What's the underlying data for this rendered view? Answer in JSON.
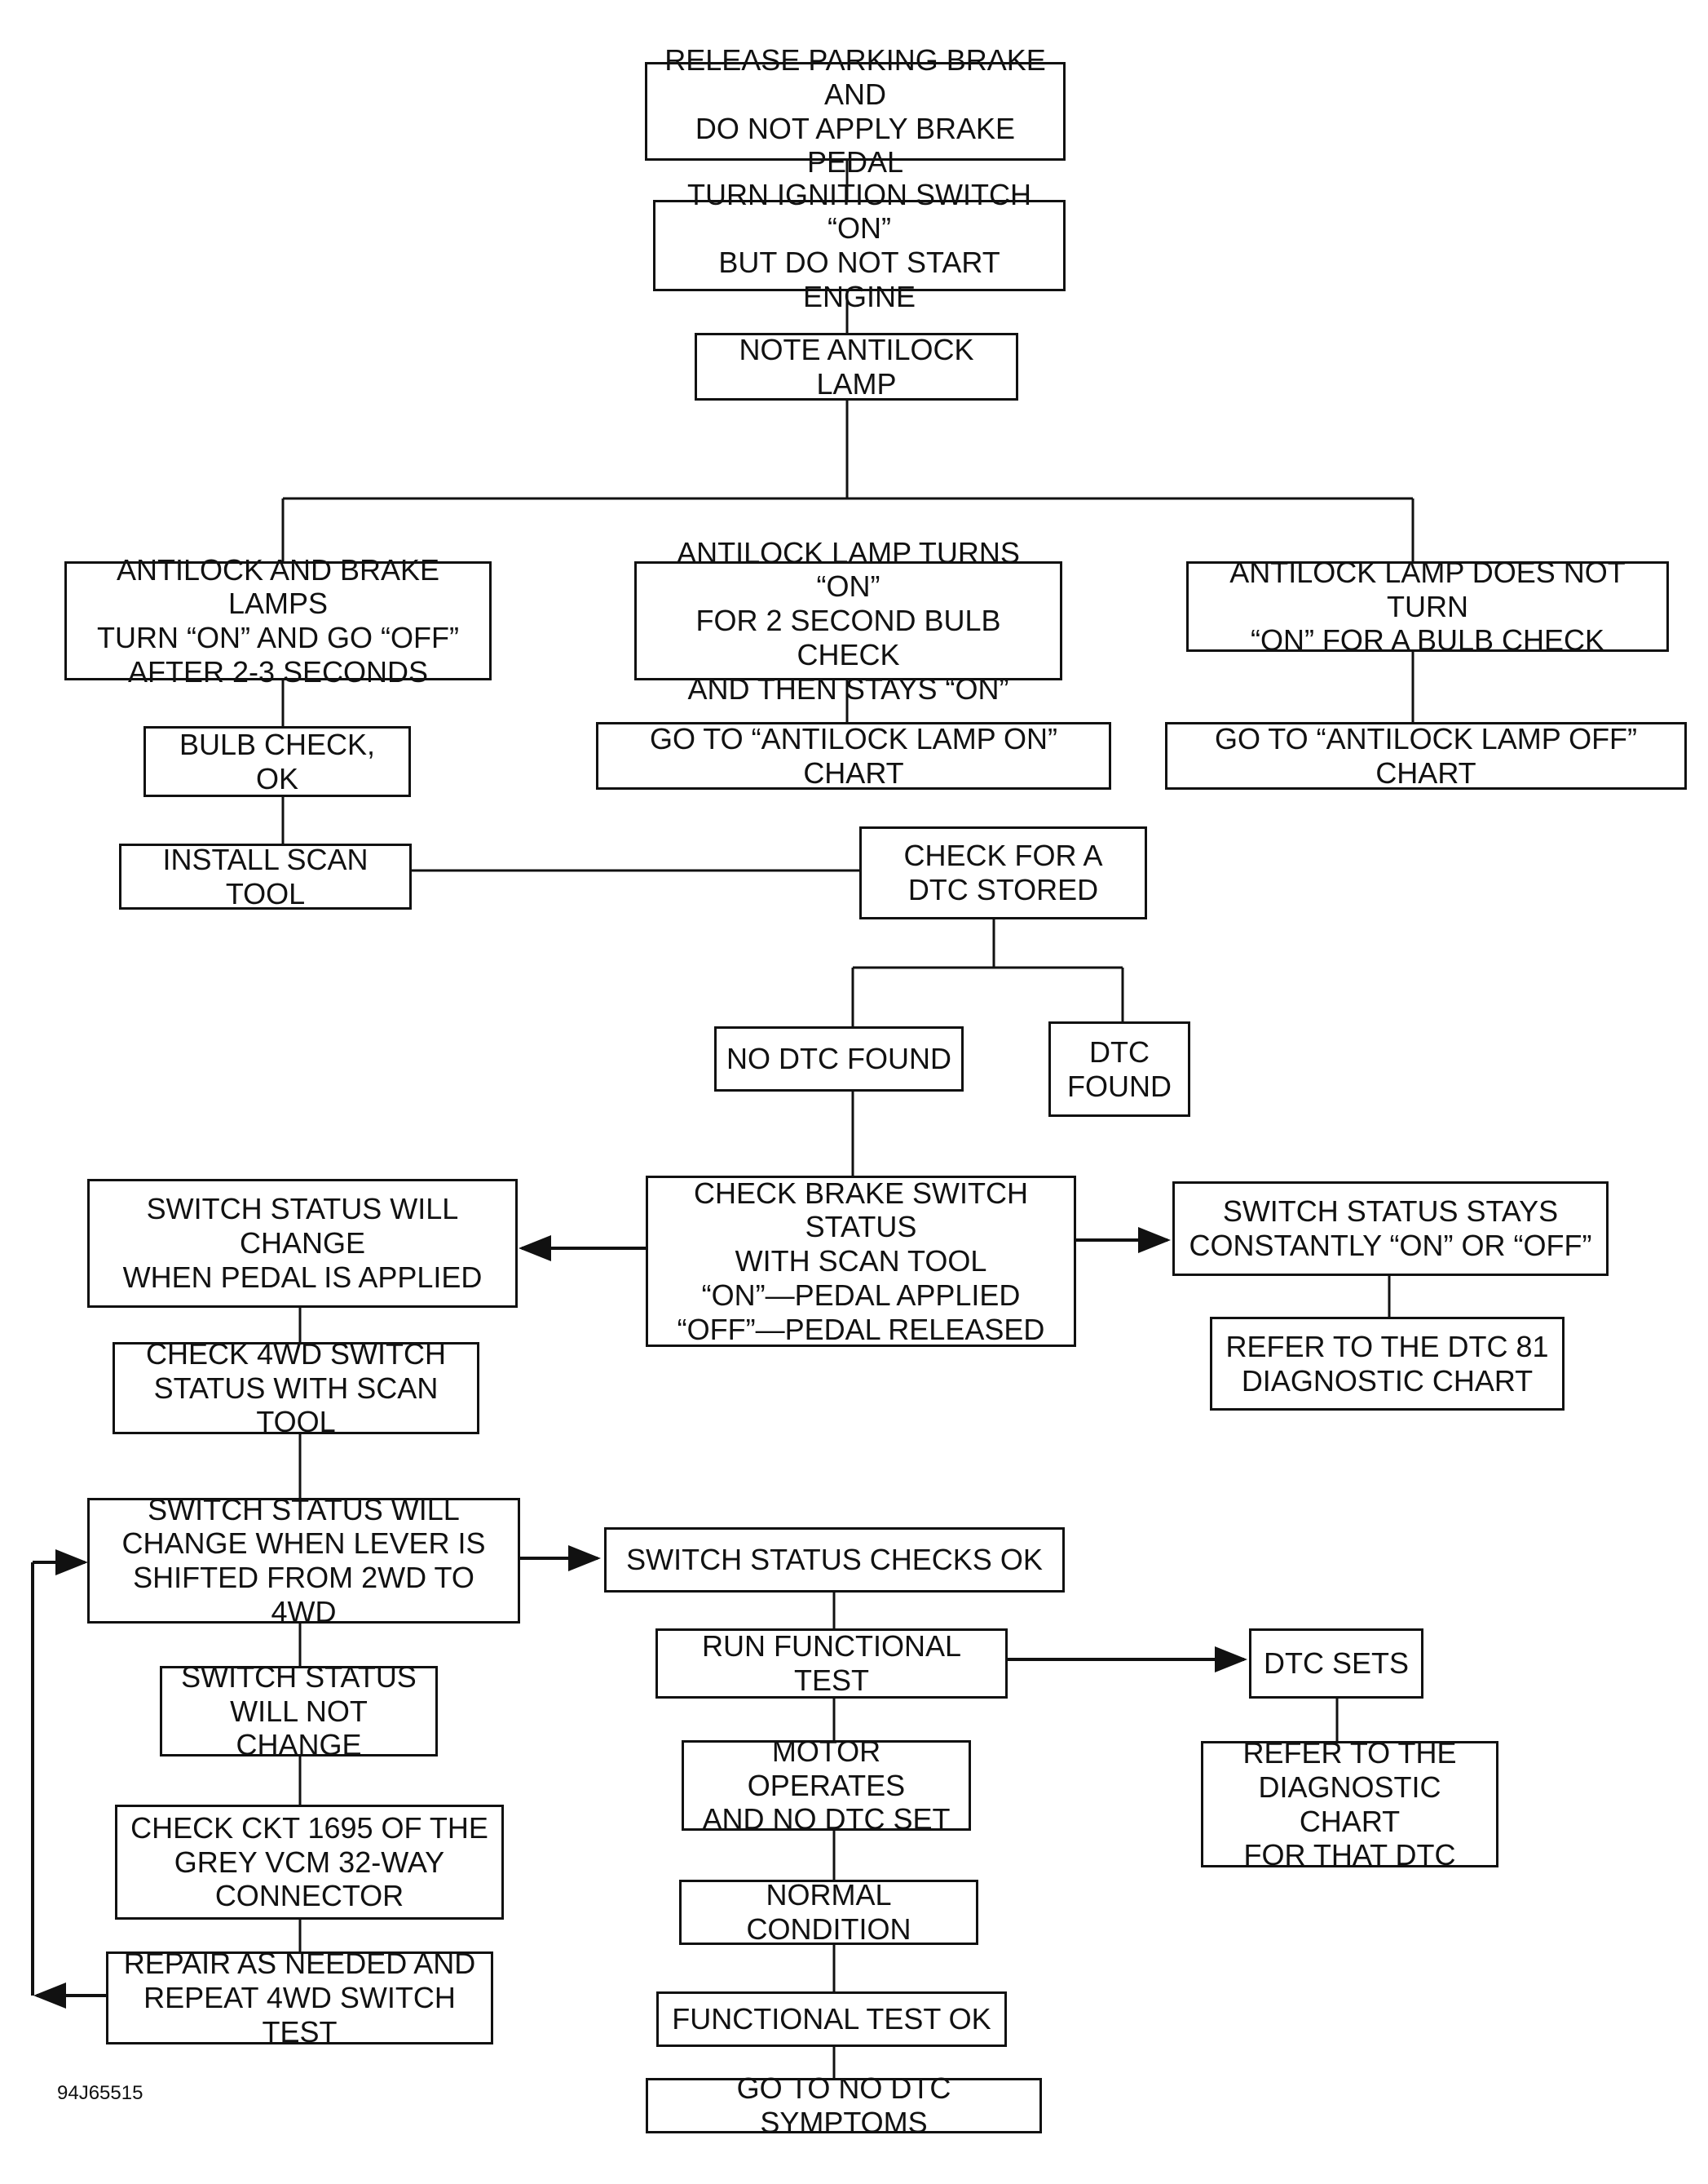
{
  "diagram": {
    "figure_code": "94J65515",
    "colors": {
      "ink": "#111111",
      "background": "#ffffff"
    },
    "nodes": {
      "release": "RELEASE PARKING BRAKE AND\nDO NOT APPLY BRAKE PEDAL",
      "ignition": "TURN IGNITION SWITCH “ON”\nBUT DO NOT START ENGINE",
      "note_lamp": "NOTE ANTILOCK LAMP",
      "lamps_on_off": "ANTILOCK AND BRAKE LAMPS\nTURN “ON” AND GO “OFF”\nAFTER 2-3 SECONDS",
      "lamp_stays_on": "ANTILOCK LAMP TURNS “ON”\nFOR 2 SECOND BULB CHECK\nAND THEN STAYS “ON”",
      "lamp_not_on": "ANTILOCK LAMP DOES NOT TURN\n“ON” FOR A BULB CHECK",
      "bulb_ok": "BULB CHECK, OK",
      "goto_lamp_on": "GO TO “ANTILOCK LAMP ON” CHART",
      "goto_lamp_off": "GO TO “ANTILOCK LAMP OFF” CHART",
      "install_scan": "INSTALL SCAN TOOL",
      "check_dtc": "CHECK FOR A\nDTC STORED",
      "no_dtc": "NO DTC FOUND",
      "dtc_found": "DTC\nFOUND",
      "check_brake_switch": "CHECK BRAKE SWITCH STATUS\nWITH SCAN TOOL\n“ON”—PEDAL APPLIED\n“OFF”—PEDAL RELEASED",
      "switch_changes_pedal": "SWITCH STATUS WILL CHANGE\nWHEN PEDAL IS APPLIED",
      "switch_stays": "SWITCH STATUS STAYS\nCONSTANTLY “ON” OR “OFF”",
      "refer_dtc81": "REFER TO THE DTC 81\nDIAGNOSTIC CHART",
      "check_4wd": "CHECK 4WD SWITCH\nSTATUS WITH SCAN TOOL",
      "switch_changes_lever": "SWITCH STATUS WILL\nCHANGE WHEN LEVER IS\nSHIFTED FROM 2WD TO 4WD",
      "switch_checks_ok": "SWITCH STATUS CHECKS OK",
      "run_functional": "RUN FUNCTIONAL TEST",
      "dtc_sets": "DTC SETS",
      "refer_diag_chart": "REFER TO THE\nDIAGNOSTIC CHART\nFOR THAT DTC",
      "switch_no_change": "SWITCH STATUS\nWILL NOT CHANGE",
      "motor_operates": "MOTOR OPERATES\nAND NO DTC SET",
      "check_ckt": "CHECK CKT 1695 OF THE\nGREY VCM 32-WAY\nCONNECTOR",
      "normal_condition": "NORMAL CONDITION",
      "repair": "REPAIR AS NEEDED AND\nREPEAT 4WD SWITCH TEST",
      "functional_ok": "FUNCTIONAL TEST OK",
      "goto_no_dtc": "GO TO NO DTC SYMPTOMS"
    }
  }
}
